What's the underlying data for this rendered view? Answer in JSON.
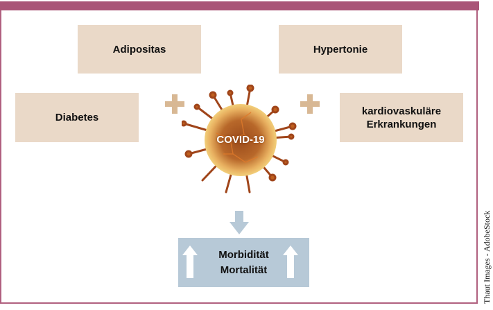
{
  "diagram": {
    "risk_factors": [
      {
        "label": "Adipositas"
      },
      {
        "label": "Hypertonie"
      },
      {
        "label": "Diabetes"
      },
      {
        "label": "kardiovaskuläre Erkrankungen",
        "lines": [
          "kardiovaskuläre",
          "Erkrankungen"
        ]
      }
    ],
    "center": {
      "label": "COVID-19"
    },
    "outcome": {
      "lines": [
        "Morbidität",
        "Mortalität"
      ]
    },
    "credit": "Thaut Images - AdobeStock"
  },
  "colors": {
    "frame": "#a95577",
    "risk_box": "#ead9c8",
    "plus": "#d8b894",
    "outcome_box": "#b7c9d7",
    "arrow": "#b7c9d7"
  }
}
